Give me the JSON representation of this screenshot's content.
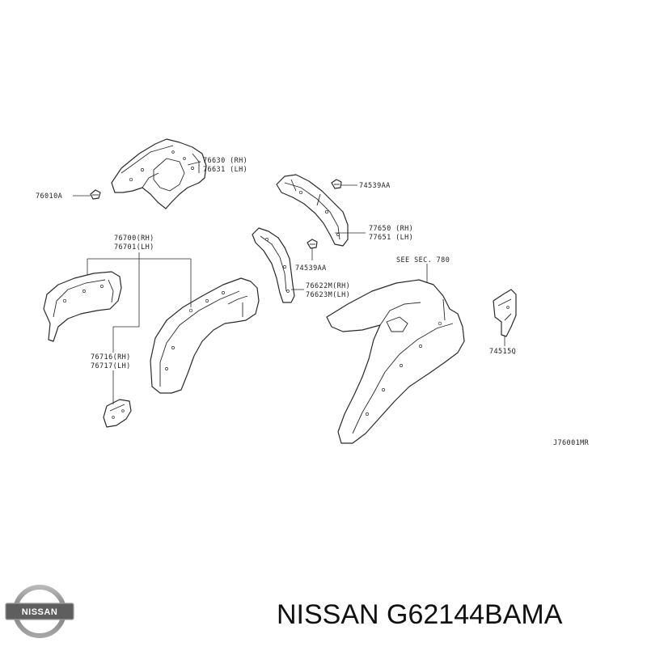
{
  "diagram": {
    "callouts": {
      "p76630": "76630 (RH)",
      "p76631": "76631 (LH)",
      "p76010A": "76010A",
      "p74539AA_top": "74539AA",
      "p77650": "77650 (RH)",
      "p77651": "77651 (LH)",
      "p74539AA_mid": "74539AA",
      "p76700": "76700(RH)",
      "p76701": "76701(LH)",
      "p76622M": "76622M(RH)",
      "p76623M": "76623M(LH)",
      "see_sec": "SEE SEC. 780",
      "p76716": "76716(RH)",
      "p76717": "76717(LH)",
      "p74515Q": "74515Q",
      "diagram_code": "J76001MR"
    }
  },
  "brand": {
    "logo_text": "NISSAN",
    "logo_colors": {
      "ring": "#8a8a8a",
      "band": "#5e5e5e"
    }
  },
  "caption": {
    "text": "NISSAN G62144BAMA"
  }
}
